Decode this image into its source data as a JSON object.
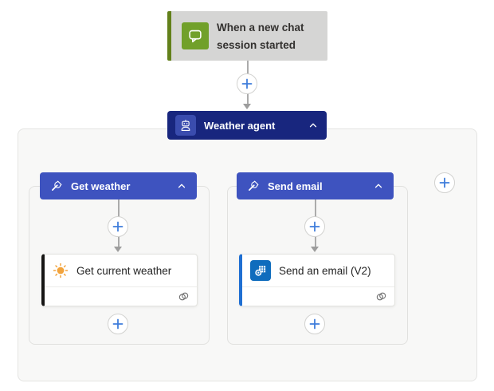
{
  "trigger": {
    "label": "When a new chat session started",
    "icon": "chat-bubble-icon",
    "accent_color": "#62801a",
    "icon_color": "#71a02a",
    "background": "#d5d5d4"
  },
  "agent": {
    "label": "Weather agent",
    "icon": "bot-icon",
    "collapse_icon": "chevron-up-icon",
    "background": "#18267e",
    "icon_background": "#3a4cae"
  },
  "tools": [
    {
      "label": "Get weather",
      "icon": "wrench-icon",
      "collapse_icon": "chevron-up-icon",
      "background": "#3e53bf",
      "action": {
        "label": "Get current weather",
        "icon": "sun-icon",
        "accent_color": "#161514",
        "status_icon": "connection-icon"
      }
    },
    {
      "label": "Send email",
      "icon": "wrench-icon",
      "collapse_icon": "chevron-up-icon",
      "background": "#3e53bf",
      "action": {
        "label": "Send an email (V2)",
        "icon": "outlook-icon",
        "accent_color": "#1f6fd2",
        "status_icon": "connection-icon"
      }
    }
  ],
  "connectors": {
    "insert_icon": "plus-icon",
    "plus_color": "#3f7ddb",
    "line_color": "#ababab"
  },
  "colors": {
    "canvas_background": "#ffffff",
    "scope_background": "#f8f8f7",
    "sun_orange": "#f2a33c",
    "outlook_blue": "#0f6cbd"
  }
}
